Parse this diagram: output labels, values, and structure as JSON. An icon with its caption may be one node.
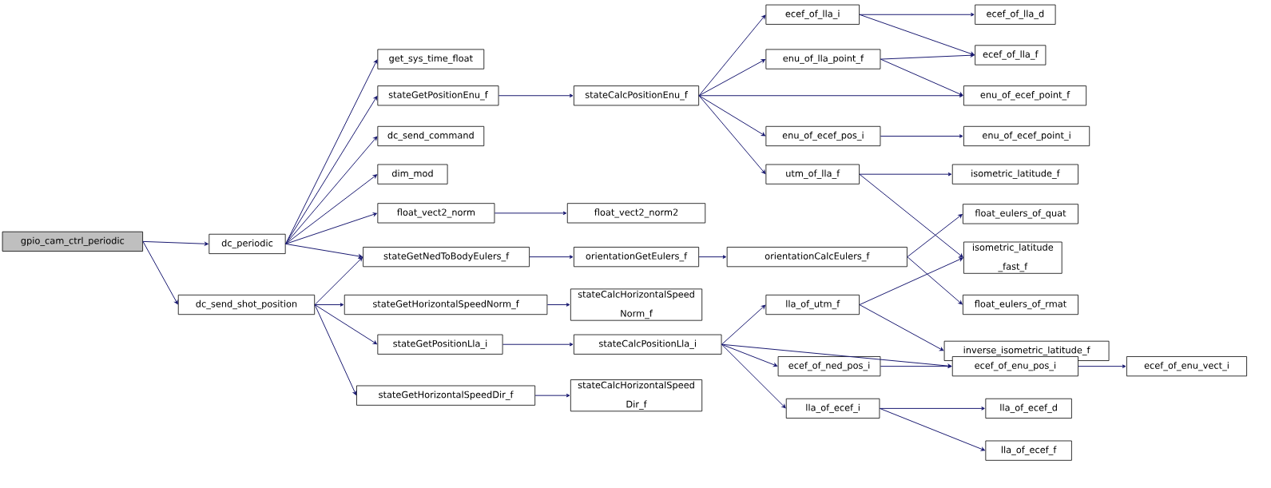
{
  "diagram": {
    "nodes": [
      {
        "text": [
          "gpio_cam_ctrl_periodic"
        ]
      },
      {
        "text": [
          "dc_periodic"
        ]
      },
      {
        "text": [
          "dc_send_shot_position"
        ]
      },
      {
        "text": [
          "get_sys_time_float"
        ]
      },
      {
        "text": [
          "stateGetPositionEnu_f"
        ]
      },
      {
        "text": [
          "dc_send_command"
        ]
      },
      {
        "text": [
          "dim_mod"
        ]
      },
      {
        "text": [
          "float_vect2_norm"
        ]
      },
      {
        "text": [
          "stateGetNedToBodyEulers_f"
        ]
      },
      {
        "text": [
          "stateGetHorizontalSpeedNorm_f"
        ]
      },
      {
        "text": [
          "stateGetPositionLla_i"
        ]
      },
      {
        "text": [
          "stateGetHorizontalSpeedDir_f"
        ]
      },
      {
        "text": [
          "stateCalcPositionEnu_f"
        ]
      },
      {
        "text": [
          "float_vect2_norm2"
        ]
      },
      {
        "text": [
          "orientationGetEulers_f"
        ]
      },
      {
        "text": [
          "stateCalcHorizontalSpeed Norm_f"
        ]
      },
      {
        "text": [
          "stateCalcPositionLla_i"
        ]
      },
      {
        "text": [
          "stateCalcHorizontalSpeed Dir_f"
        ]
      },
      {
        "text": [
          "ecef_of_lla_i"
        ]
      },
      {
        "text": [
          "enu_of_lla_point_f"
        ]
      },
      {
        "text": [
          "enu_of_ecef_pos_i"
        ]
      },
      {
        "text": [
          "utm_of_lla_f"
        ]
      },
      {
        "text": [
          "orientationCalcEulers_f"
        ]
      },
      {
        "text": [
          "lla_of_utm_f"
        ]
      },
      {
        "text": [
          "ecef_of_ned_pos_i"
        ]
      },
      {
        "text": [
          "lla_of_ecef_i"
        ]
      },
      {
        "text": [
          "ecef_of_lla_d"
        ]
      },
      {
        "text": [
          "ecef_of_lla_f"
        ]
      },
      {
        "text": [
          "enu_of_ecef_point_f"
        ]
      },
      {
        "text": [
          "enu_of_ecef_point_i"
        ]
      },
      {
        "text": [
          "isometric_latitude_f"
        ]
      },
      {
        "text": [
          "float_eulers_of_quat"
        ]
      },
      {
        "text": [
          "isometric_latitude _fast_f"
        ]
      },
      {
        "text": [
          "float_eulers_of_rmat"
        ]
      },
      {
        "text": [
          "inverse_isometric_latitude_f"
        ]
      },
      {
        "text": [
          "ecef_of_enu_pos_i"
        ]
      },
      {
        "text": [
          "ecef_of_enu_vect_i"
        ]
      },
      {
        "text": [
          "lla_of_ecef_d"
        ]
      },
      {
        "text": [
          "lla_of_ecef_f"
        ]
      }
    ],
    "edges": [
      {
        "from": 0,
        "to": 1,
        "arrow": "to"
      },
      {
        "from": 0,
        "to": 2,
        "arrow": "to"
      },
      {
        "from": 1,
        "to": 3,
        "arrow": "to"
      },
      {
        "from": 1,
        "to": 4,
        "arrow": "to"
      },
      {
        "from": 1,
        "to": 5,
        "arrow": "to"
      },
      {
        "from": 1,
        "to": 6,
        "arrow": "to"
      },
      {
        "from": 1,
        "to": 7,
        "arrow": "to"
      },
      {
        "from": 1,
        "to": 8,
        "arrow": "to"
      },
      {
        "from": 2,
        "to": 8,
        "arrow": "to"
      },
      {
        "from": 2,
        "to": 9,
        "arrow": "to"
      },
      {
        "from": 2,
        "to": 10,
        "arrow": "to"
      },
      {
        "from": 2,
        "to": 11,
        "arrow": "to"
      },
      {
        "from": 4,
        "to": 12,
        "arrow": "to"
      },
      {
        "from": 7,
        "to": 13,
        "arrow": "to"
      },
      {
        "from": 8,
        "to": 14,
        "arrow": "to"
      },
      {
        "from": 9,
        "to": 15,
        "arrow": "to"
      },
      {
        "from": 10,
        "to": 16,
        "arrow": "to"
      },
      {
        "from": 11,
        "to": 17,
        "arrow": "to"
      },
      {
        "from": 12,
        "to": 18,
        "arrow": "to"
      },
      {
        "from": 12,
        "to": 19,
        "arrow": "to"
      },
      {
        "from": 12,
        "to": 28,
        "arrow": "to"
      },
      {
        "from": 12,
        "to": 20,
        "arrow": "to"
      },
      {
        "from": 12,
        "to": 21,
        "arrow": "to"
      },
      {
        "from": 14,
        "to": 22,
        "arrow": "to"
      },
      {
        "from": 16,
        "to": 23,
        "arrow": "to"
      },
      {
        "from": 16,
        "to": 35,
        "arrow": "to"
      },
      {
        "from": 16,
        "to": 24,
        "arrow": "to"
      },
      {
        "from": 16,
        "to": 25,
        "arrow": "to"
      },
      {
        "from": 18,
        "to": 26,
        "arrow": "to"
      },
      {
        "from": 18,
        "to": 27,
        "arrow": "to"
      },
      {
        "from": 19,
        "to": 27,
        "arrow": "to"
      },
      {
        "from": 19,
        "to": 28,
        "arrow": "to"
      },
      {
        "from": 20,
        "to": 29,
        "arrow": "to"
      },
      {
        "from": 21,
        "to": 30,
        "arrow": "to"
      },
      {
        "from": 21,
        "to": 32,
        "arrow": "to"
      },
      {
        "from": 22,
        "to": 31,
        "arrow": "to"
      },
      {
        "from": 22,
        "to": 33,
        "arrow": "to"
      },
      {
        "from": 23,
        "to": 32,
        "arrow": "to"
      },
      {
        "from": 23,
        "to": 34,
        "arrow": "to"
      },
      {
        "from": 24,
        "to": 35,
        "arrow": "to"
      },
      {
        "from": 35,
        "to": 36,
        "arrow": "to"
      },
      {
        "from": 25,
        "to": 37,
        "arrow": "to"
      },
      {
        "from": 25,
        "to": 38,
        "arrow": "to"
      }
    ]
  }
}
